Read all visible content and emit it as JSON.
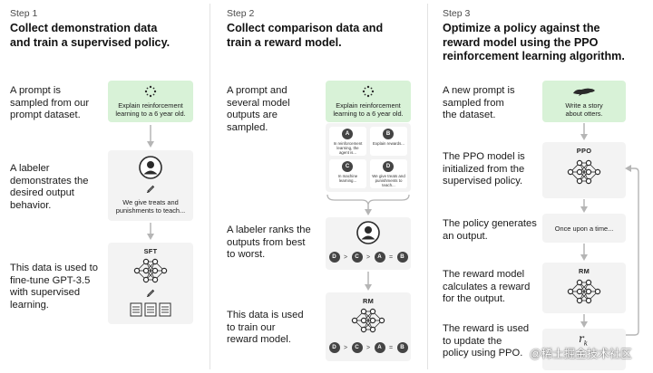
{
  "step1": {
    "step_label": "Step 1",
    "heading_line1": "Collect demonstration data",
    "heading_line2": "and train a supervised policy.",
    "para1": [
      "A prompt is",
      "sampled from our",
      "prompt dataset."
    ],
    "para2": [
      "A labeler",
      "demonstrates the",
      "desired output",
      "behavior."
    ],
    "para3": [
      "This data is used to",
      "fine-tune GPT-3.5",
      "with supervised",
      "learning."
    ],
    "prompt_card": [
      "Explain reinforcement",
      "learning to a 6 year old."
    ],
    "demo_card": [
      "We give treats and",
      "punishments to teach..."
    ],
    "model_label": "SFT"
  },
  "step2": {
    "step_label": "Step 2",
    "heading_line1": "Collect comparison data and",
    "heading_line2": "train a reward model.",
    "para1": [
      "A prompt and",
      "several model",
      "outputs are",
      "sampled."
    ],
    "para2": [
      "A labeler ranks the",
      "outputs from best",
      "to worst."
    ],
    "para3": [
      "This data is used",
      "to train our",
      "reward model."
    ],
    "prompt_card": [
      "Explain reinforcement",
      "learning to a 6 year old."
    ],
    "outputs": [
      {
        "letter": "A",
        "text": [
          "In reinforcement",
          "learning, the",
          "agent is..."
        ]
      },
      {
        "letter": "B",
        "text": [
          "Explain rewards..."
        ]
      },
      {
        "letter": "C",
        "text": [
          "In machine",
          "learning..."
        ]
      },
      {
        "letter": "D",
        "text": [
          "We give treats and",
          "punishments to",
          "teach..."
        ]
      }
    ],
    "ranking": [
      "D",
      "C",
      "A",
      "B"
    ],
    "model_label": "RM"
  },
  "step3": {
    "step_label": "Step 3",
    "heading_line1": "Optimize a policy against the",
    "heading_line2": "reward model using the PPO",
    "heading_line3": "reinforcement learning algorithm.",
    "para1": [
      "A new prompt is",
      "sampled from",
      "the dataset."
    ],
    "para2": [
      "The PPO model is",
      "initialized from the",
      "supervised policy."
    ],
    "para3": [
      "The policy generates",
      "an output."
    ],
    "para4": [
      "The reward model",
      "calculates a reward",
      "for the output."
    ],
    "para5": [
      "The reward is used",
      "to update the",
      "policy using PPO."
    ],
    "prompt_card": [
      "Write a story",
      "about otters."
    ],
    "ppo_label": "PPO",
    "output_text": "Once upon a time...",
    "rm_label": "RM",
    "reward_symbol": "r",
    "reward_subscript": "k"
  },
  "watermark": "@稀土掘金技术社区",
  "colors": {
    "green_card": "#d8f2d7",
    "gray_card": "#f3f3f3",
    "arrow": "#b5b5b5",
    "icon": "#2b2b2b"
  }
}
